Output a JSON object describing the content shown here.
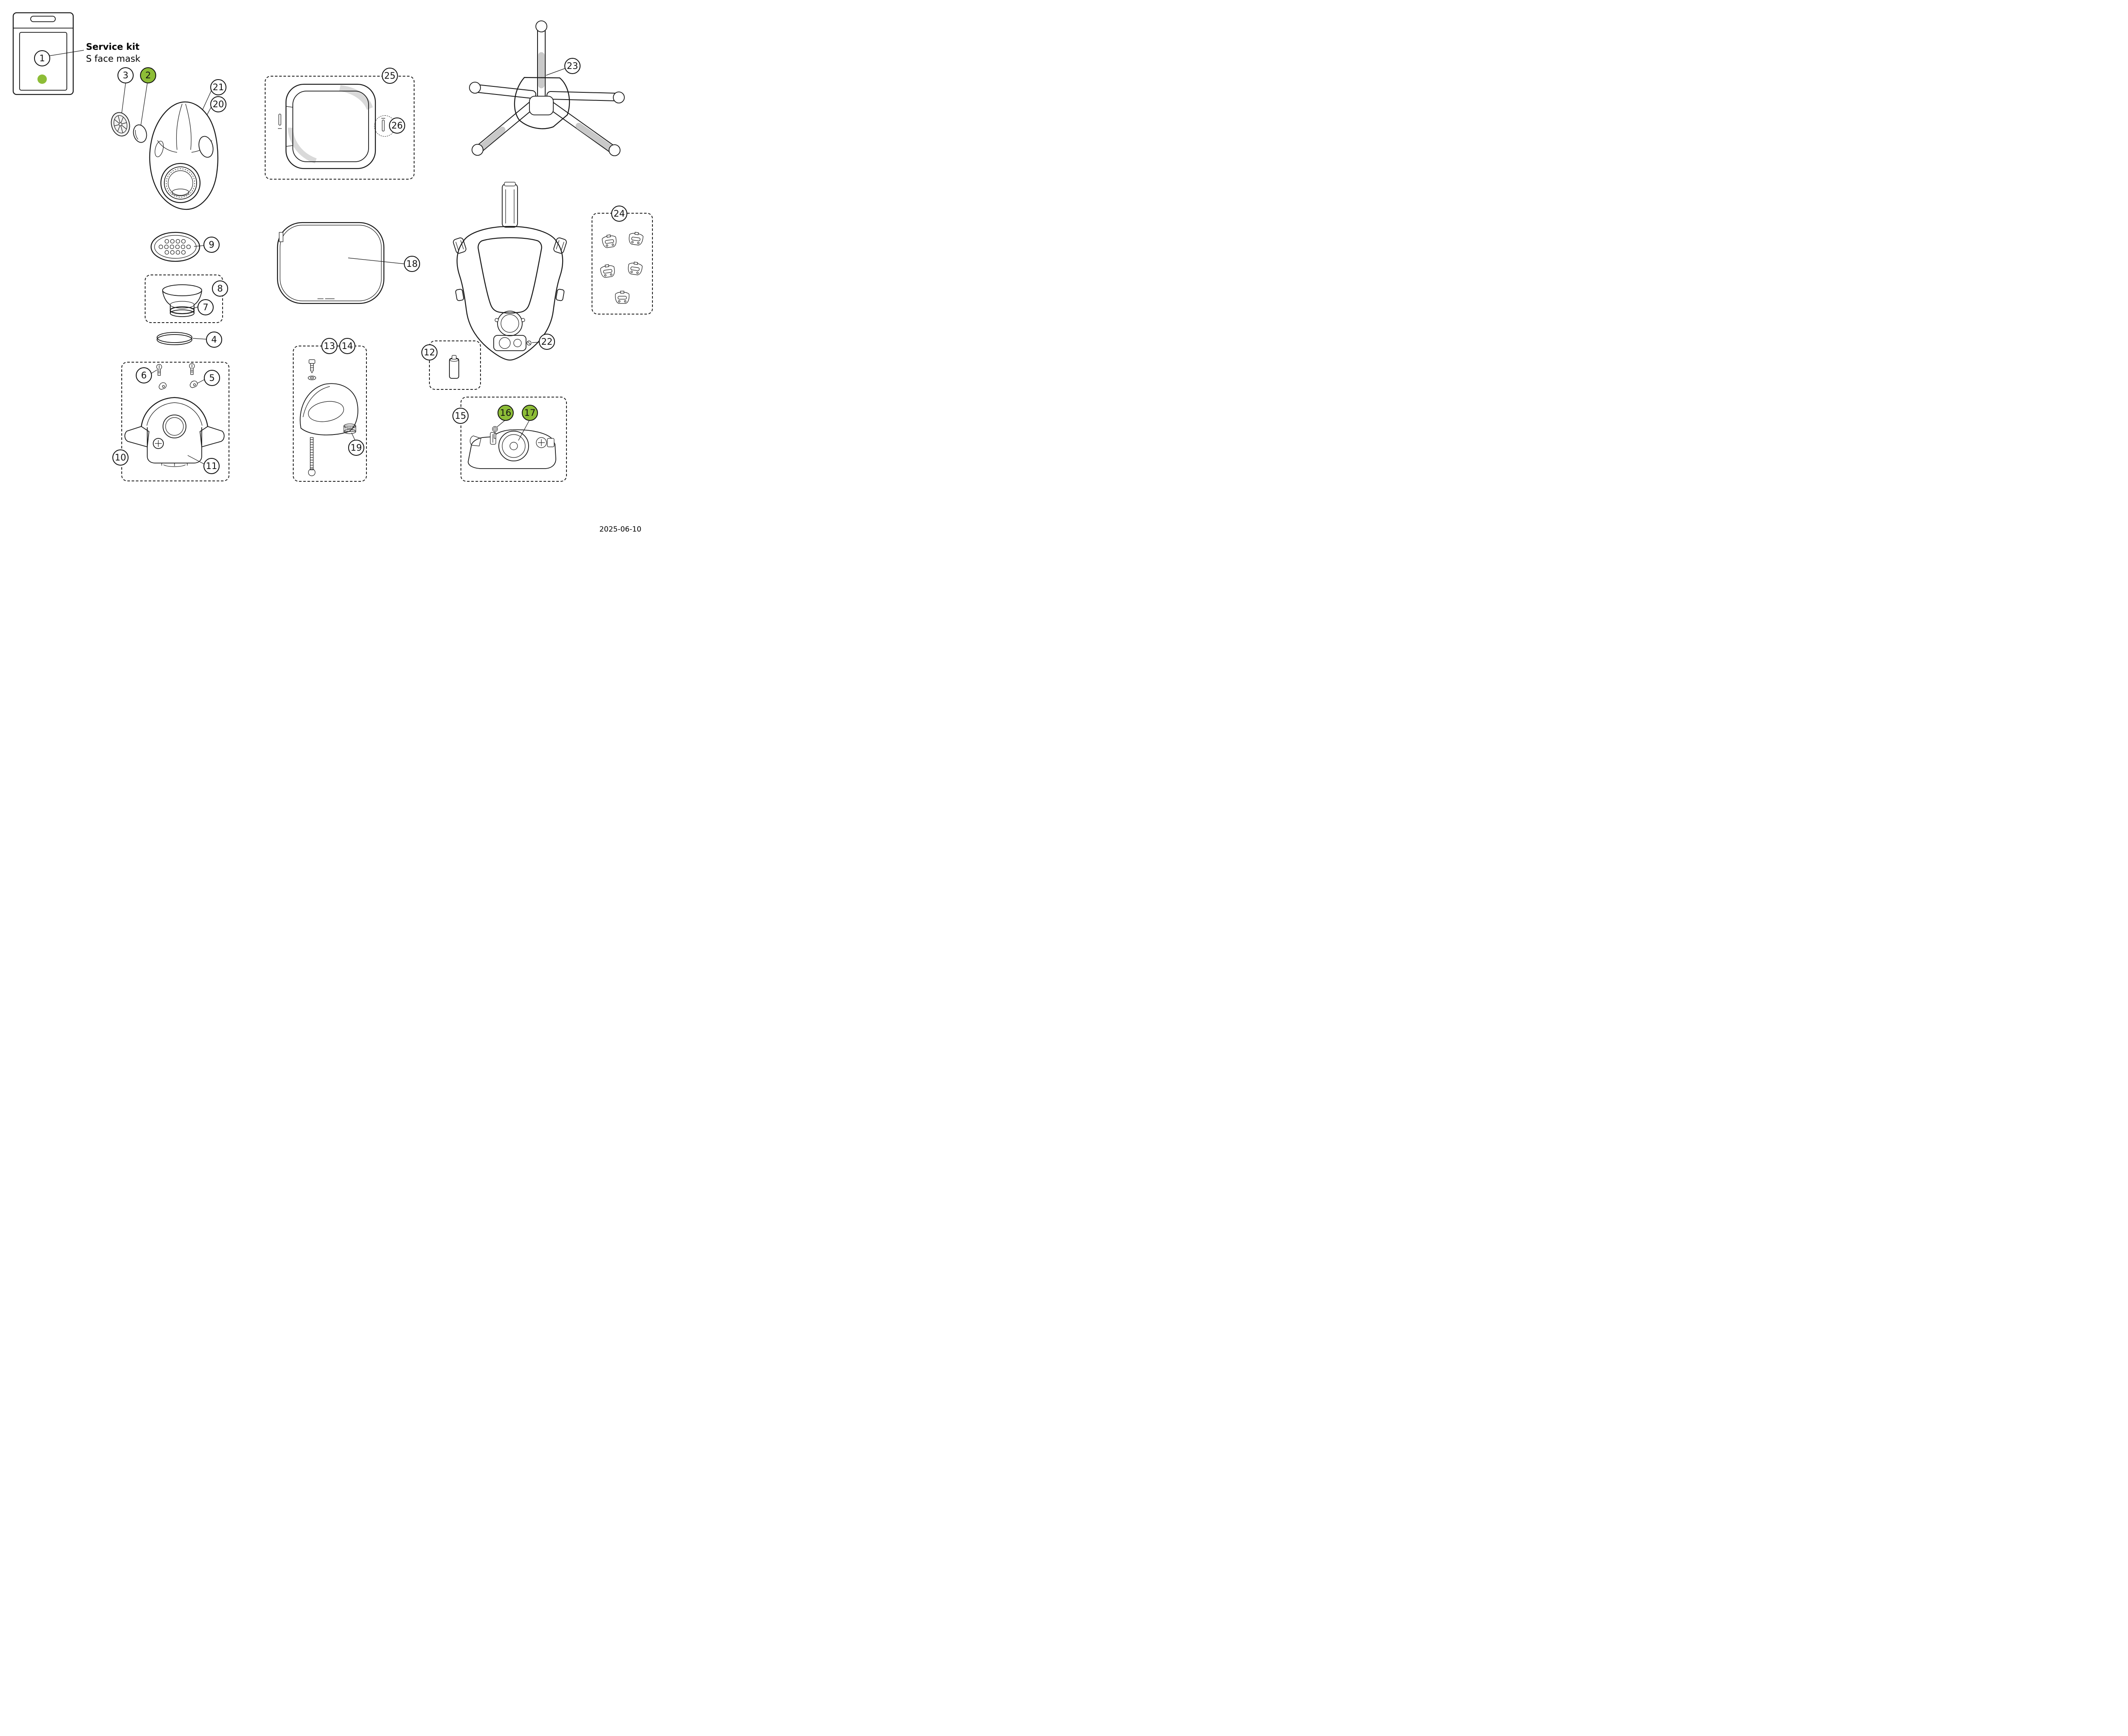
{
  "document": {
    "date": "2025-06-10"
  },
  "kit_label": {
    "title": "Service kit",
    "subtitle": "S face mask"
  },
  "colors": {
    "highlight": "#8dbd37",
    "line": "#1a1a1a"
  },
  "callouts": [
    {
      "label": "1",
      "highlighted": false
    },
    {
      "label": "2",
      "highlighted": true
    },
    {
      "label": "3",
      "highlighted": false
    },
    {
      "label": "4",
      "highlighted": false
    },
    {
      "label": "5",
      "highlighted": false
    },
    {
      "label": "6",
      "highlighted": false
    },
    {
      "label": "7",
      "highlighted": false
    },
    {
      "label": "8",
      "highlighted": false
    },
    {
      "label": "9",
      "highlighted": false
    },
    {
      "label": "10",
      "highlighted": false
    },
    {
      "label": "11",
      "highlighted": false
    },
    {
      "label": "12",
      "highlighted": false
    },
    {
      "label": "13",
      "highlighted": false
    },
    {
      "label": "14",
      "highlighted": false
    },
    {
      "label": "15",
      "highlighted": false
    },
    {
      "label": "16",
      "highlighted": true
    },
    {
      "label": "17",
      "highlighted": true
    },
    {
      "label": "18",
      "highlighted": false
    },
    {
      "label": "19",
      "highlighted": false
    },
    {
      "label": "20",
      "highlighted": false
    },
    {
      "label": "21",
      "highlighted": false
    },
    {
      "label": "22",
      "highlighted": false
    },
    {
      "label": "23",
      "highlighted": false
    },
    {
      "label": "24",
      "highlighted": false
    },
    {
      "label": "25",
      "highlighted": false
    },
    {
      "label": "26",
      "highlighted": false
    }
  ]
}
